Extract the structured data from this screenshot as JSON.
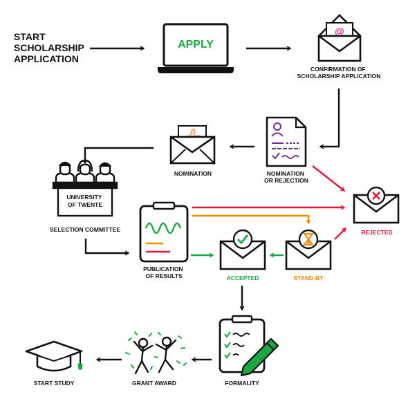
{
  "colors": {
    "ink": "#111111",
    "green": "#1aa843",
    "red": "#e0153a",
    "orange": "#f08a00",
    "purple": "#6a2c91",
    "pink": "#e0187a",
    "skin": "#f4b9a2"
  },
  "steps": {
    "start": [
      "START",
      "SCHOLARSHIP",
      "APPLICATION"
    ],
    "apply": "APPLY",
    "confirmation": [
      "CONFIRMATION OF",
      "SCHOLARSHIP APPLICATION"
    ],
    "nomination_or_rejection": [
      "NOMINATION",
      "OR REJECTION"
    ],
    "nomination": "NOMINATION",
    "committee_sign": [
      "UNIVERSITY",
      "OF TWENTE"
    ],
    "selection_committee": "SELECTION COMMITTEE",
    "rejected": "REJECTED",
    "publication": [
      "PUBLICATION",
      "OF RESULTS"
    ],
    "accepted": "ACCEPTED",
    "stand_by": "STAND-BY",
    "formality": "FORMALITY",
    "grant_award": "GRANT AWARD",
    "start_study": "START STUDY"
  },
  "icons": {
    "laptop": "laptop-icon",
    "email": "email-envelope-icon",
    "document": "document-icon",
    "thumbs_up": "thumbs-up-envelope-icon",
    "committee": "committee-icon",
    "rejected": "rejected-envelope-icon",
    "clipboard": "clipboard-icon",
    "accepted": "accepted-envelope-icon",
    "standby": "standby-envelope-icon",
    "formality": "formality-clipboard-icon",
    "celebration": "celebration-icon",
    "graduation": "graduation-cap-icon"
  }
}
